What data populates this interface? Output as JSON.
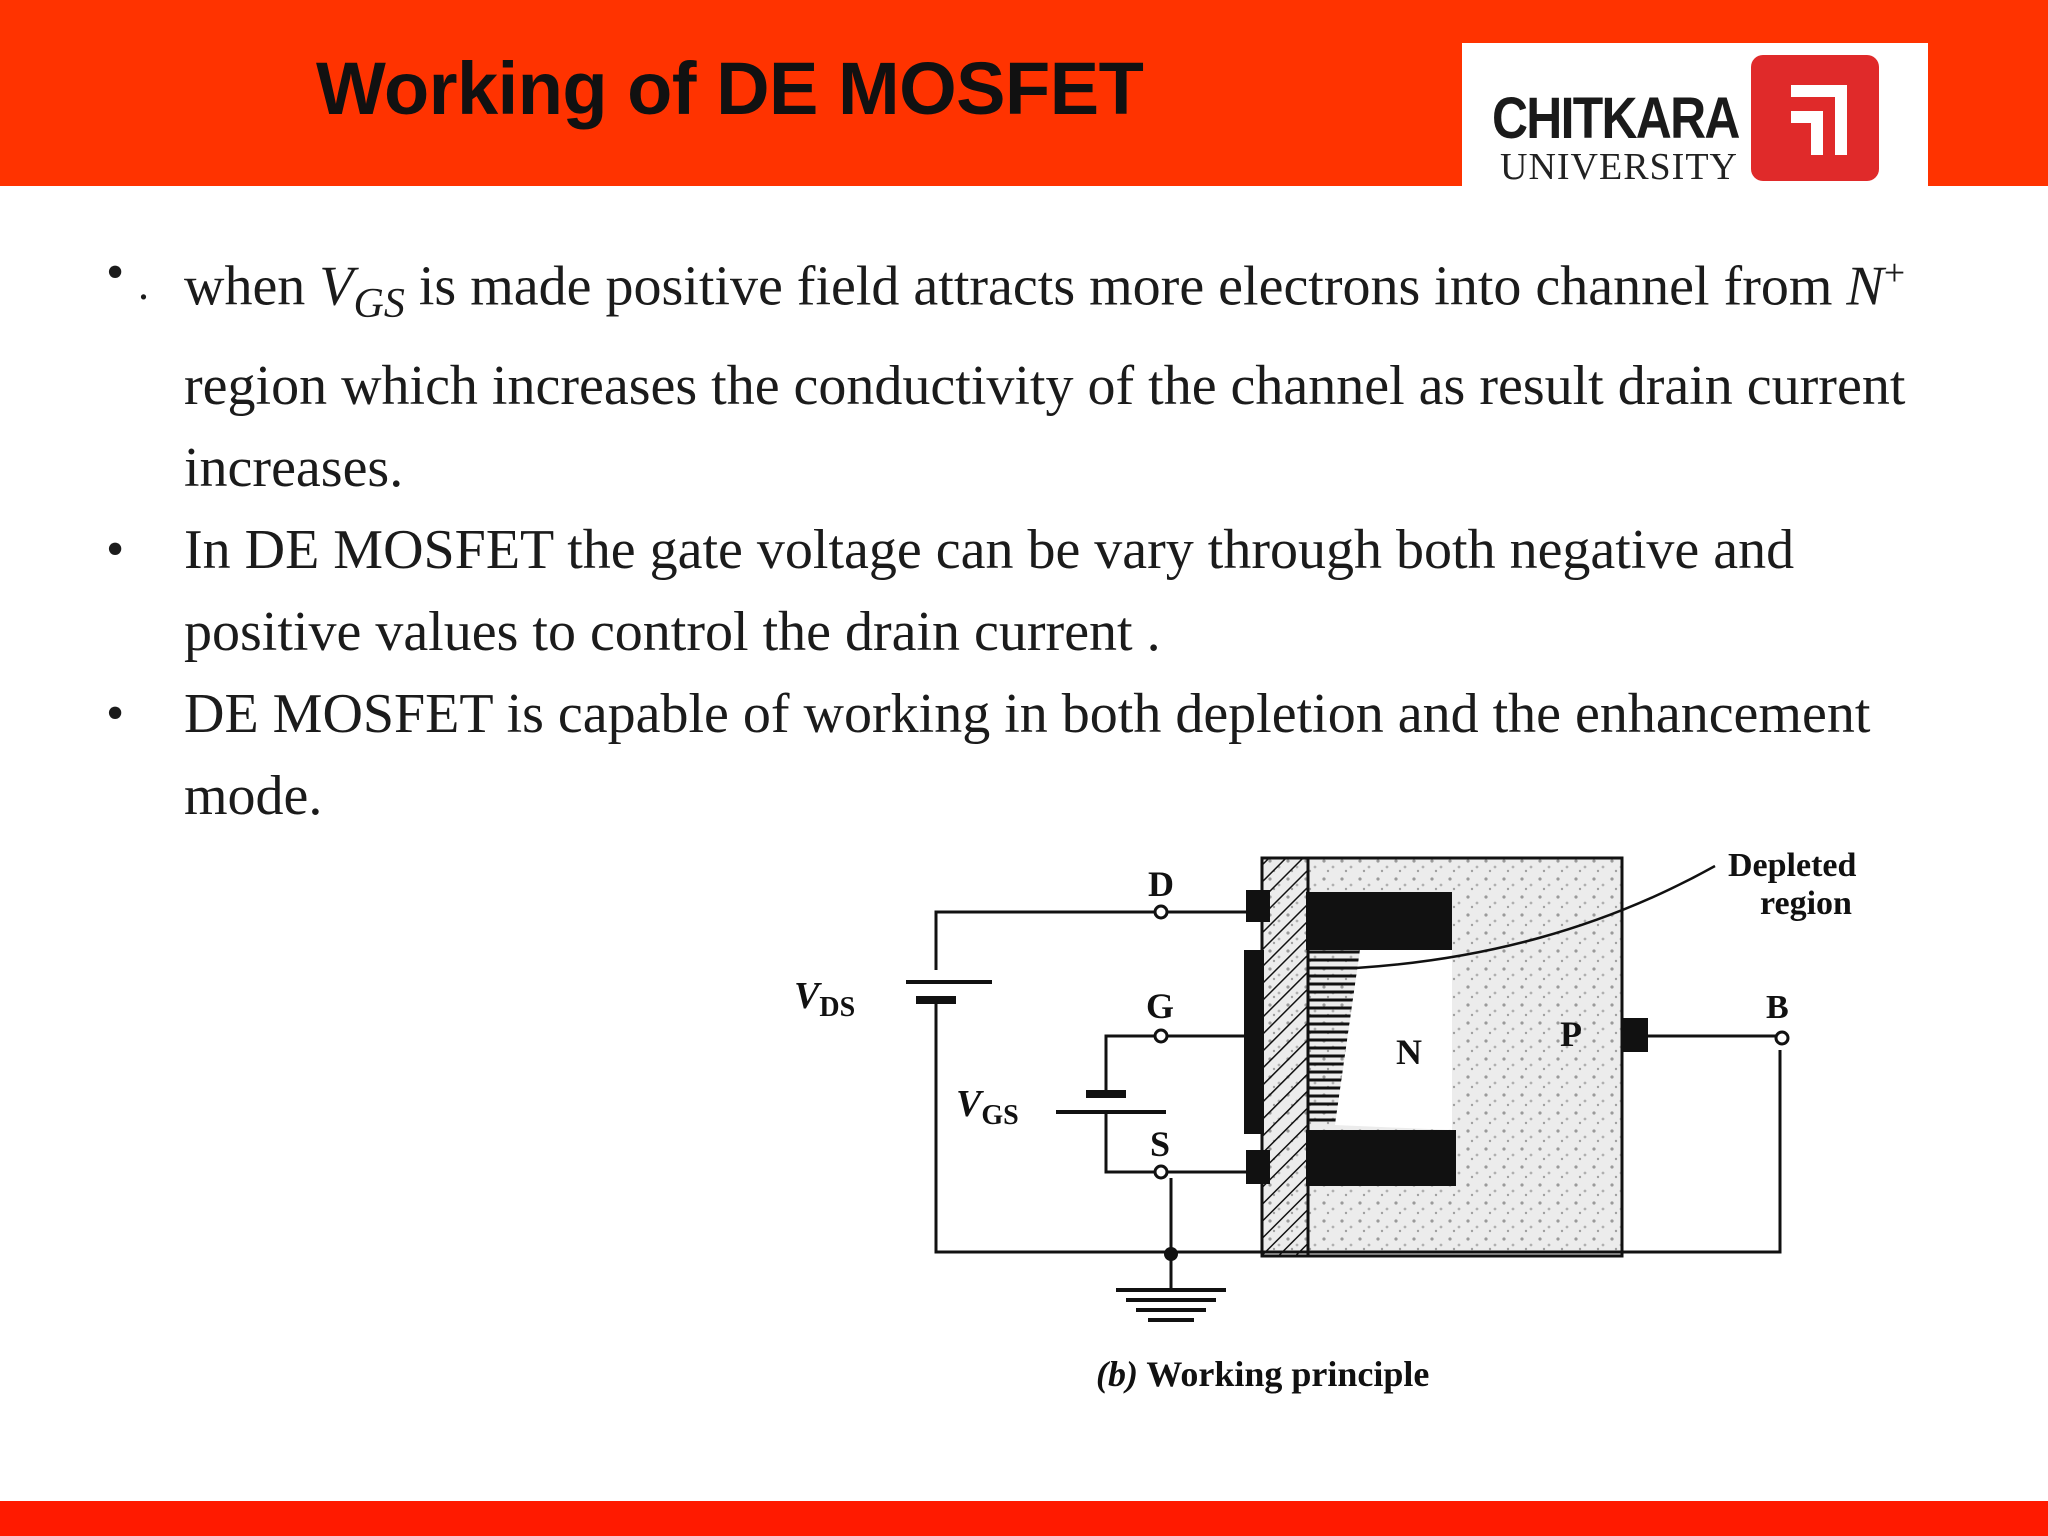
{
  "header": {
    "title": "Working of DE MOSFET",
    "logo_name": "CHITKARA",
    "logo_sub": "UNIVERSITY"
  },
  "colors": {
    "header": "#ff3300",
    "footer": "#ff1a00",
    "logo_mark": "#e02a2a"
  },
  "bullets": {
    "b1": {
      "pre": "when ",
      "var": "V",
      "sub": "GS",
      "mid1": " is made positive field attracts more electrons into channel from ",
      "region_var": "N",
      "region_sup": "+",
      "post": " region which increases the conductivity of the channel as result drain current increases."
    },
    "b2": "In DE MOSFET the gate voltage can be vary through both negative and positive values to control the drain current .",
    "b3": "DE  MOSFET is capable of working in both depletion and the enhancement mode."
  },
  "diagram": {
    "drain": "D",
    "gate": "G",
    "source": "S",
    "body": "B",
    "vds_main": "V",
    "vds_sub": "DS",
    "vgs_main": "V",
    "vgs_sub": "GS",
    "n_label": "N",
    "p_label": "P",
    "depleted_line1": "Depleted",
    "depleted_line2": "region",
    "caption_part": "(b)",
    "caption_text": " Working  principle"
  }
}
